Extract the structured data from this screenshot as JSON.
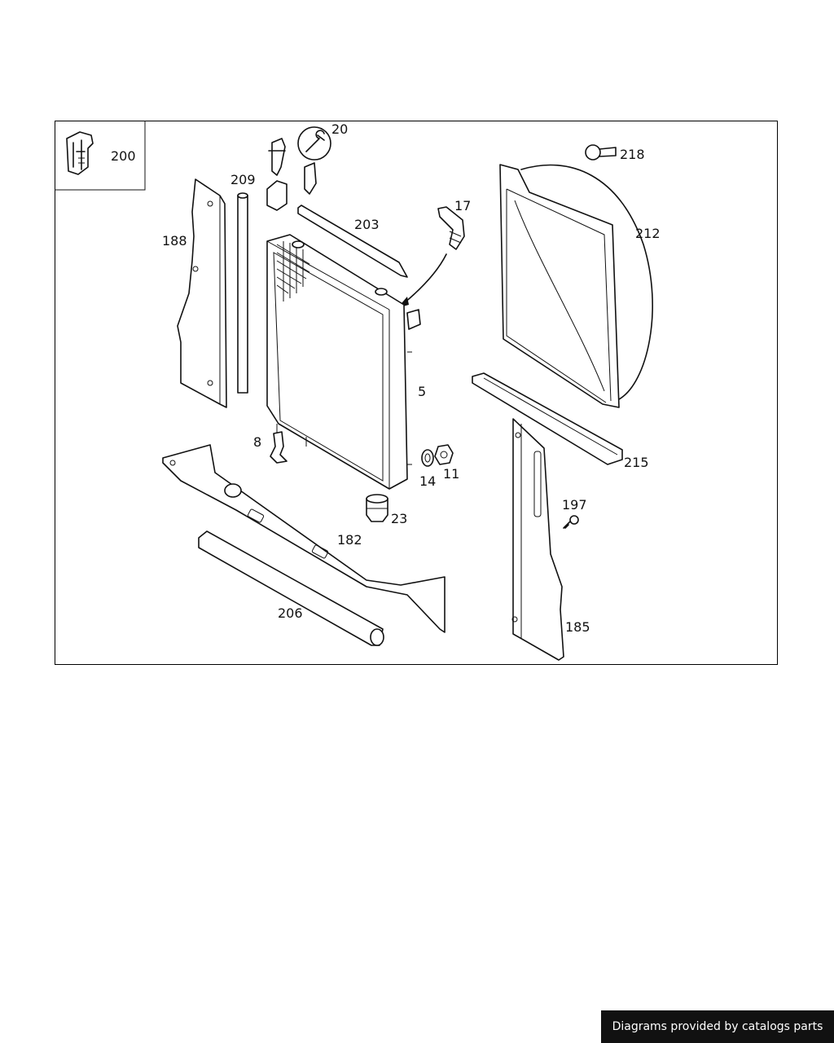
{
  "diagram": {
    "labels": {
      "p200": "200",
      "p20": "20",
      "p209": "209",
      "p188": "188",
      "p203": "203",
      "p17": "17",
      "p218": "218",
      "p212": "212",
      "p5": "5",
      "p8": "8",
      "p14": "14",
      "p11": "11",
      "p23": "23",
      "p215": "215",
      "p197": "197",
      "p182": "182",
      "p206": "206",
      "p185": "185"
    }
  },
  "footer": {
    "credit": "Diagrams provided by catalogs parts"
  }
}
